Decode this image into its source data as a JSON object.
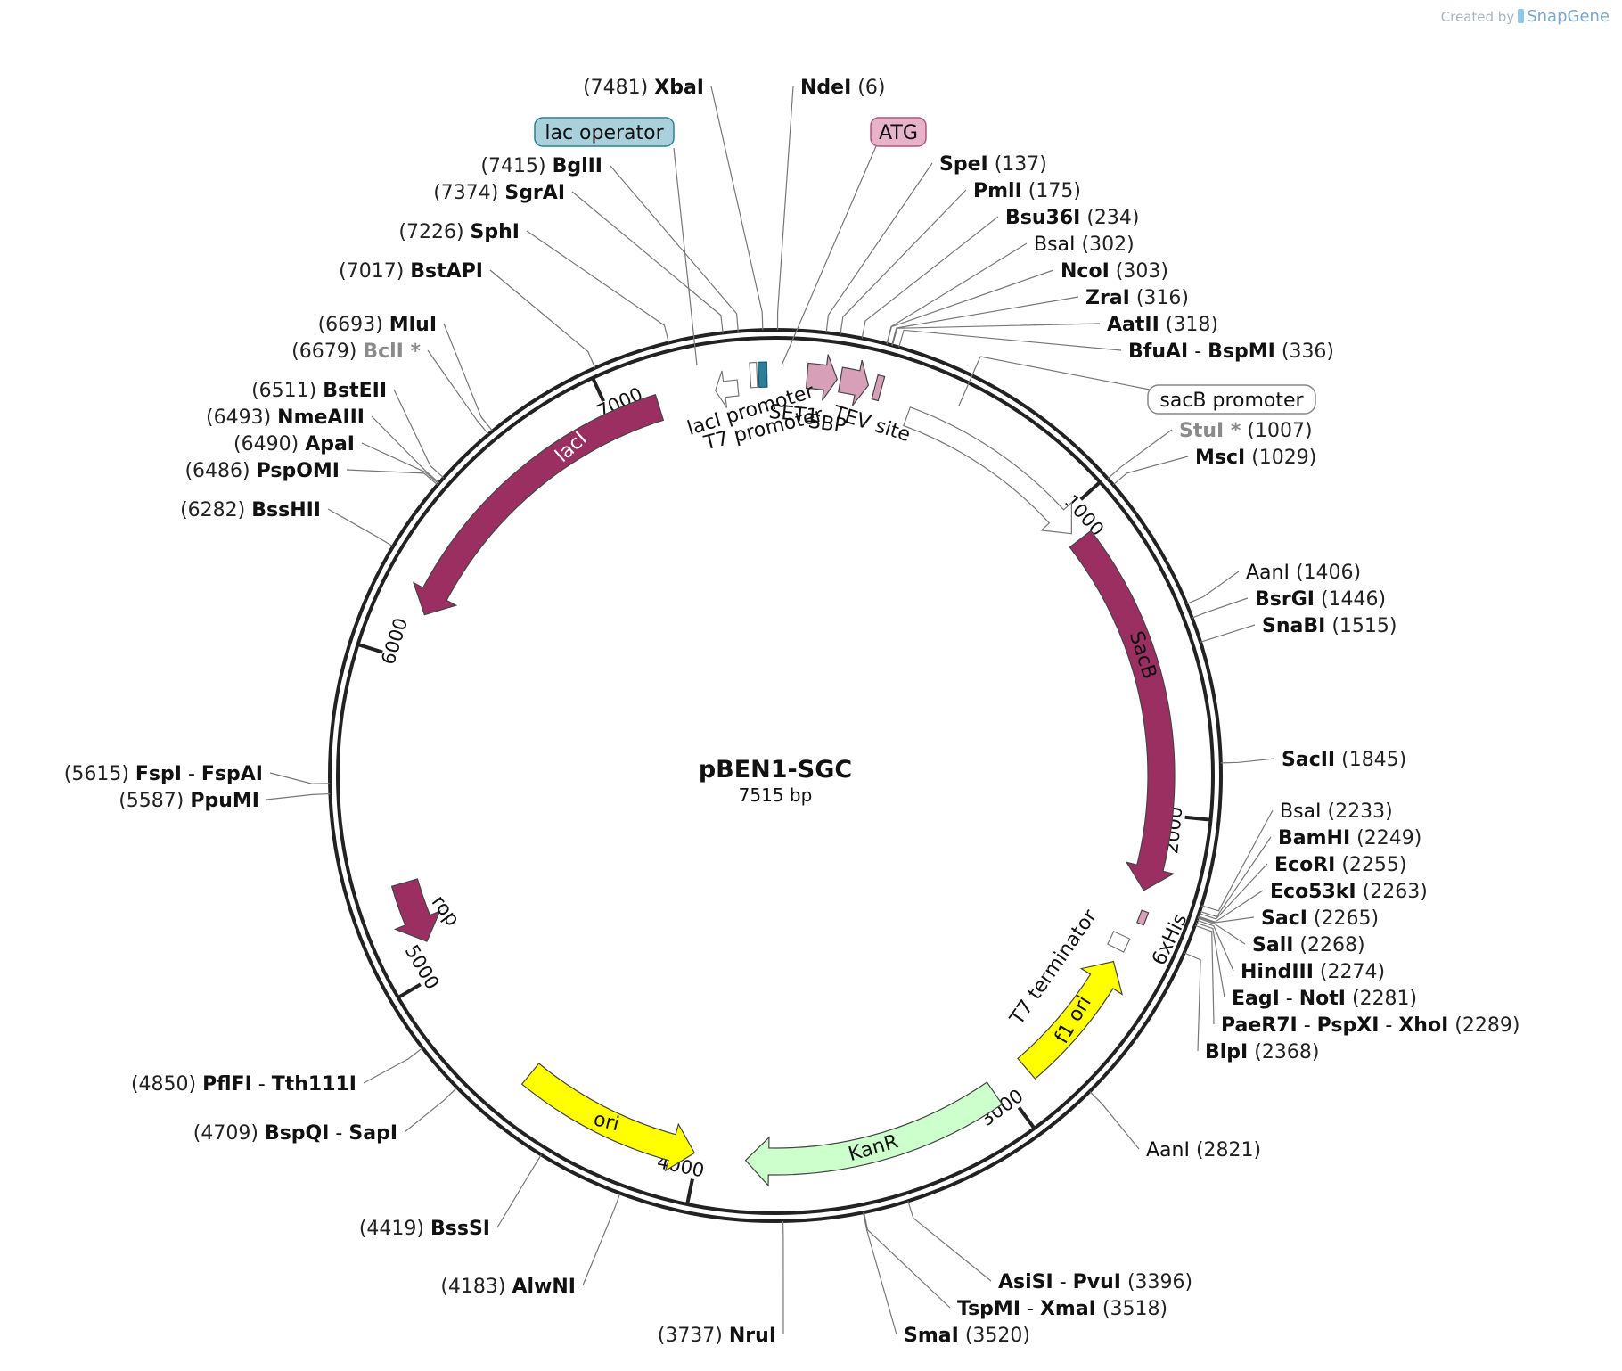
{
  "branding": {
    "created_by": "Created by",
    "product": "SnapGene"
  },
  "plasmid": {
    "name": "pBEN1-SGC",
    "length_label": "7515 bp",
    "length": 7515
  },
  "ticks": [
    {
      "bp": 1000,
      "label": "1000"
    },
    {
      "bp": 2000,
      "label": "2000"
    },
    {
      "bp": 3000,
      "label": "3000"
    },
    {
      "bp": 4000,
      "label": "4000"
    },
    {
      "bp": 5000,
      "label": "5000"
    },
    {
      "bp": 6000,
      "label": "6000"
    },
    {
      "bp": 7000,
      "label": "7000"
    }
  ],
  "colors": {
    "magenta": "#9b2f62",
    "pink": "#d7a0b8",
    "yellow": "#ffff00",
    "green": "#ccffcc",
    "teal": "#2d7f98",
    "white": "#ffffff",
    "line": "#777777"
  },
  "features": [
    {
      "name": "lacI",
      "start": 6150,
      "end": 7150,
      "dir": "ccw",
      "color": "magenta",
      "label": "lacI"
    },
    {
      "name": "SacB",
      "start": 1090,
      "end": 2240,
      "dir": "cw",
      "color": "magenta",
      "label": "SacB"
    },
    {
      "name": "rop",
      "start": 5105,
      "end": 5300,
      "dir": "ccw",
      "color": "magenta",
      "label": "rop"
    },
    {
      "name": "ori",
      "start": 4010,
      "end": 4580,
      "dir": "ccw",
      "color": "yellow",
      "label": "ori"
    },
    {
      "name": "f1 ori",
      "start": 2480,
      "end": 2910,
      "dir": "ccw",
      "color": "yellow",
      "label": "f1 ori"
    },
    {
      "name": "KanR",
      "start": 3035,
      "end": 3850,
      "dir": "cw",
      "color": "green",
      "label": "KanR"
    },
    {
      "name": "sacB promoter",
      "start": 420,
      "end": 1060,
      "dir": "cw",
      "color": "white",
      "label": ""
    },
    {
      "name": "lacI promoter",
      "start": 7330,
      "end": 7400,
      "dir": "ccw",
      "color": "white",
      "label": "lacI promoter"
    },
    {
      "name": "SET1",
      "start": 95,
      "end": 185,
      "dir": "cw",
      "color": "pink",
      "label": "SET1"
    },
    {
      "name": "SBP",
      "start": 195,
      "end": 280,
      "dir": "cw",
      "color": "pink",
      "label": "SBP"
    },
    {
      "name": "TEV site",
      "start": 300,
      "end": 320,
      "dir": "none",
      "color": "pink",
      "label": "TEV site"
    },
    {
      "name": "6xHis",
      "start": 2300,
      "end": 2340,
      "dir": "none",
      "color": "pink",
      "label": "6xHis"
    },
    {
      "name": "T7 terminator",
      "start": 2395,
      "end": 2440,
      "dir": "none",
      "color": "white",
      "label": "T7 terminator"
    },
    {
      "name": "lac operator",
      "start": 7465,
      "end": 7490,
      "dir": "none",
      "color": "teal",
      "label": ""
    },
    {
      "name": "T7 promoter",
      "start": 7440,
      "end": 7460,
      "dir": "none",
      "color": "white",
      "label": "T7 promoter"
    }
  ],
  "boxed_labels": [
    {
      "text": "lac operator",
      "fill": "#a9d1dc",
      "stroke": "#2d7f98"
    },
    {
      "text": "ATG",
      "fill": "#e7b3c8",
      "stroke": "#b0557f"
    },
    {
      "text": "sacB promoter",
      "fill": "#ffffff",
      "stroke": "#888888"
    }
  ],
  "sites": [
    {
      "pos": "(7481)",
      "names": [
        "XbaI"
      ],
      "bp": 7481
    },
    {
      "pos": "(6)",
      "names": [
        "NdeI"
      ],
      "bp": 6
    },
    {
      "pos": "(7415)",
      "names": [
        "BglII"
      ],
      "bp": 7415
    },
    {
      "pos": "(7374)",
      "names": [
        "SgrAI"
      ],
      "bp": 7374
    },
    {
      "pos": "(7226)",
      "names": [
        "SphI"
      ],
      "bp": 7226
    },
    {
      "pos": "(7017)",
      "names": [
        "BstAPI"
      ],
      "bp": 7017
    },
    {
      "pos": "(6693)",
      "names": [
        "MluI"
      ],
      "bp": 6693
    },
    {
      "pos": "(6679)",
      "names": [
        "BclI *"
      ],
      "bp": 6679,
      "gray": true
    },
    {
      "pos": "(6511)",
      "names": [
        "BstEII"
      ],
      "bp": 6511
    },
    {
      "pos": "(6493)",
      "names": [
        "NmeAIII"
      ],
      "bp": 6493
    },
    {
      "pos": "(6490)",
      "names": [
        "ApaI"
      ],
      "bp": 6490
    },
    {
      "pos": "(6486)",
      "names": [
        "PspOMI"
      ],
      "bp": 6486
    },
    {
      "pos": "(6282)",
      "names": [
        "BssHII"
      ],
      "bp": 6282
    },
    {
      "pos": "(5615)",
      "names": [
        "FspI",
        "FspAI"
      ],
      "bp": 5615
    },
    {
      "pos": "(5587)",
      "names": [
        "PpuMI"
      ],
      "bp": 5587
    },
    {
      "pos": "(4850)",
      "names": [
        "PflFI",
        "Tth111I"
      ],
      "bp": 4850
    },
    {
      "pos": "(4709)",
      "names": [
        "BspQI",
        "SapI"
      ],
      "bp": 4709
    },
    {
      "pos": "(4419)",
      "names": [
        "BssSI"
      ],
      "bp": 4419
    },
    {
      "pos": "(4183)",
      "names": [
        "AlwNI"
      ],
      "bp": 4183
    },
    {
      "pos": "(3737)",
      "names": [
        "NruI"
      ],
      "bp": 3737
    },
    {
      "pos": "(3520)",
      "names": [
        "SmaI"
      ],
      "bp": 3520
    },
    {
      "pos": "(3518)",
      "names": [
        "TspMI",
        "XmaI"
      ],
      "bp": 3518
    },
    {
      "pos": "(3396)",
      "names": [
        "AsiSI",
        "PvuI"
      ],
      "bp": 3396
    },
    {
      "pos": "(2821)",
      "names": [
        "AanI"
      ],
      "bp": 2821,
      "light": true
    },
    {
      "pos": "(2368)",
      "names": [
        "BlpI"
      ],
      "bp": 2368
    },
    {
      "pos": "(2289)",
      "names": [
        "PaeR7I",
        "PspXI",
        "XhoI"
      ],
      "bp": 2289
    },
    {
      "pos": "(2281)",
      "names": [
        "EagI",
        "NotI"
      ],
      "bp": 2281
    },
    {
      "pos": "(2274)",
      "names": [
        "HindIII"
      ],
      "bp": 2274
    },
    {
      "pos": "(2268)",
      "names": [
        "SalI"
      ],
      "bp": 2268
    },
    {
      "pos": "(2265)",
      "names": [
        "SacI"
      ],
      "bp": 2265
    },
    {
      "pos": "(2263)",
      "names": [
        "Eco53kI"
      ],
      "bp": 2263
    },
    {
      "pos": "(2255)",
      "names": [
        "EcoRI"
      ],
      "bp": 2255
    },
    {
      "pos": "(2249)",
      "names": [
        "BamHI"
      ],
      "bp": 2249
    },
    {
      "pos": "(2233)",
      "names": [
        "BsaI"
      ],
      "bp": 2233,
      "light": true
    },
    {
      "pos": "(1845)",
      "names": [
        "SacII"
      ],
      "bp": 1845
    },
    {
      "pos": "(1515)",
      "names": [
        "SnaBI"
      ],
      "bp": 1515
    },
    {
      "pos": "(1446)",
      "names": [
        "BsrGI"
      ],
      "bp": 1446
    },
    {
      "pos": "(1406)",
      "names": [
        "AanI"
      ],
      "bp": 1406,
      "light": true
    },
    {
      "pos": "(1029)",
      "names": [
        "MscI"
      ],
      "bp": 1029
    },
    {
      "pos": "(1007)",
      "names": [
        "StuI *"
      ],
      "bp": 1007,
      "gray": true
    },
    {
      "pos": "(336)",
      "names": [
        "BfuAI",
        "BspMI"
      ],
      "bp": 336
    },
    {
      "pos": "(318)",
      "names": [
        "AatII"
      ],
      "bp": 318
    },
    {
      "pos": "(316)",
      "names": [
        "ZraI"
      ],
      "bp": 316
    },
    {
      "pos": "(303)",
      "names": [
        "NcoI"
      ],
      "bp": 303
    },
    {
      "pos": "(302)",
      "names": [
        "BsaI"
      ],
      "bp": 302,
      "light": true
    },
    {
      "pos": "(234)",
      "names": [
        "Bsu36I"
      ],
      "bp": 234
    },
    {
      "pos": "(175)",
      "names": [
        "PmlI"
      ],
      "bp": 175
    },
    {
      "pos": "(137)",
      "names": [
        "SpeI"
      ],
      "bp": 137
    }
  ]
}
